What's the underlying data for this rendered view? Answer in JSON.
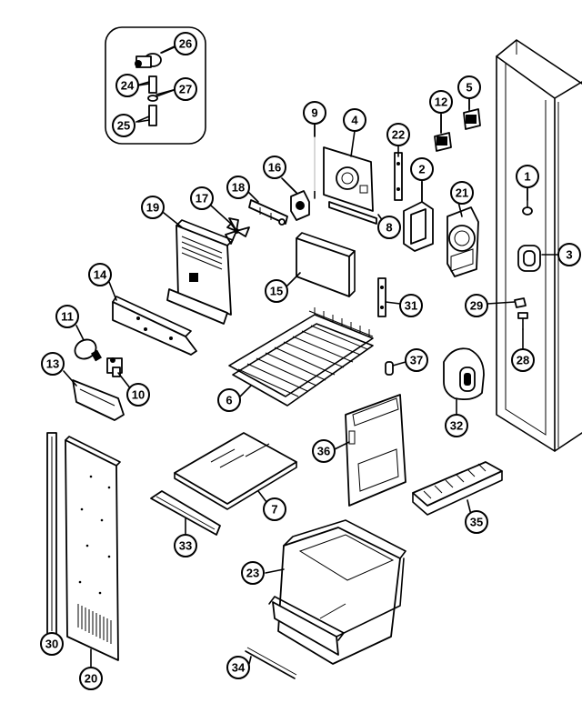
{
  "callouts": [
    {
      "id": "26",
      "label": "26"
    },
    {
      "id": "24",
      "label": "24"
    },
    {
      "id": "27",
      "label": "27"
    },
    {
      "id": "25",
      "label": "25"
    },
    {
      "id": "12",
      "label": "12"
    },
    {
      "id": "5",
      "label": "5"
    },
    {
      "id": "9",
      "label": "9"
    },
    {
      "id": "4",
      "label": "4"
    },
    {
      "id": "22",
      "label": "22"
    },
    {
      "id": "16",
      "label": "16"
    },
    {
      "id": "2",
      "label": "2"
    },
    {
      "id": "18",
      "label": "18"
    },
    {
      "id": "17",
      "label": "17"
    },
    {
      "id": "21",
      "label": "21"
    },
    {
      "id": "1",
      "label": "1"
    },
    {
      "id": "19",
      "label": "19"
    },
    {
      "id": "8",
      "label": "8"
    },
    {
      "id": "3",
      "label": "3"
    },
    {
      "id": "14",
      "label": "14"
    },
    {
      "id": "15",
      "label": "15"
    },
    {
      "id": "31",
      "label": "31"
    },
    {
      "id": "29",
      "label": "29"
    },
    {
      "id": "11",
      "label": "11"
    },
    {
      "id": "28",
      "label": "28"
    },
    {
      "id": "37",
      "label": "37"
    },
    {
      "id": "13",
      "label": "13"
    },
    {
      "id": "10",
      "label": "10"
    },
    {
      "id": "6",
      "label": "6"
    },
    {
      "id": "32",
      "label": "32"
    },
    {
      "id": "36",
      "label": "36"
    },
    {
      "id": "7",
      "label": "7"
    },
    {
      "id": "35",
      "label": "35"
    },
    {
      "id": "33",
      "label": "33"
    },
    {
      "id": "23",
      "label": "23"
    },
    {
      "id": "30",
      "label": "30"
    },
    {
      "id": "34",
      "label": "34"
    },
    {
      "id": "20",
      "label": "20"
    }
  ]
}
